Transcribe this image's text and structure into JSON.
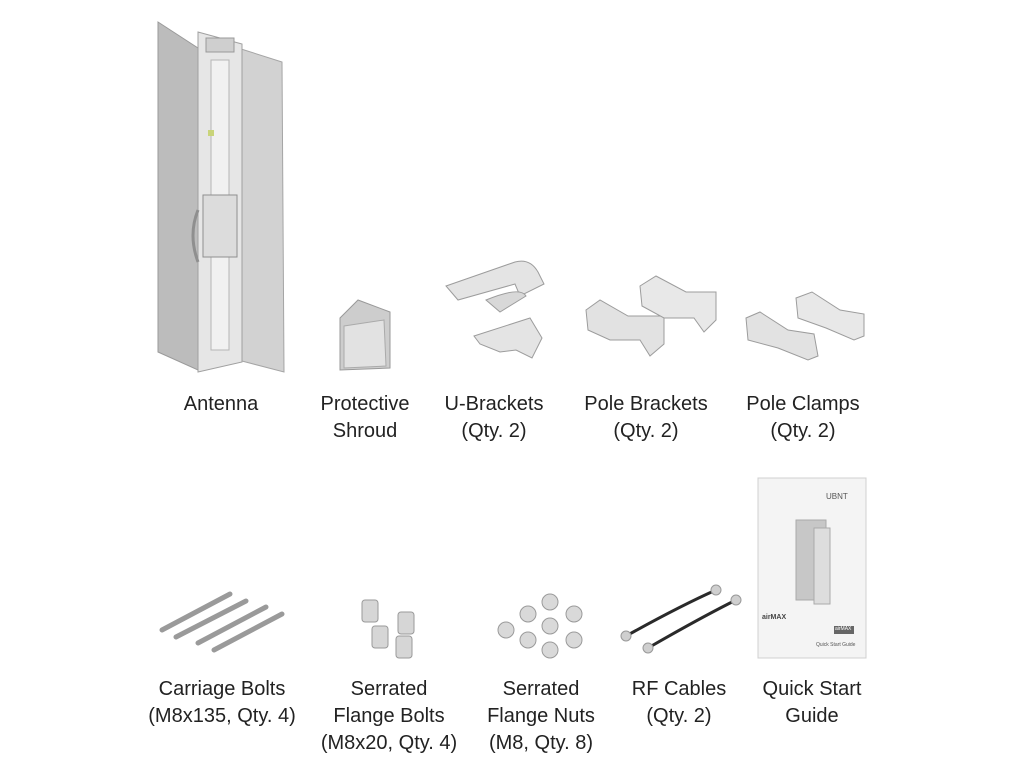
{
  "items": [
    {
      "id": "antenna",
      "lines": [
        "Antenna"
      ]
    },
    {
      "id": "shroud",
      "lines": [
        "Protective",
        "Shroud"
      ]
    },
    {
      "id": "u-brackets",
      "lines": [
        "U-Brackets",
        "(Qty. 2)"
      ]
    },
    {
      "id": "pole-brackets",
      "lines": [
        "Pole Brackets",
        "(Qty. 2)"
      ]
    },
    {
      "id": "pole-clamps",
      "lines": [
        "Pole Clamps",
        "(Qty. 2)"
      ]
    },
    {
      "id": "carriage-bolts",
      "lines": [
        "Carriage Bolts",
        "(M8x135, Qty. 4)"
      ]
    },
    {
      "id": "flange-bolts",
      "lines": [
        "Serrated",
        "Flange Bolts",
        "(M8x20, Qty. 4)"
      ]
    },
    {
      "id": "flange-nuts",
      "lines": [
        "Serrated",
        "Flange Nuts",
        "(M8, Qty. 8)"
      ]
    },
    {
      "id": "rf-cables",
      "lines": [
        "RF Cables",
        "(Qty. 2)"
      ]
    },
    {
      "id": "quick-start-guide",
      "lines": [
        "Quick Start",
        "Guide"
      ]
    }
  ],
  "guide": {
    "brand": "UBNT",
    "title": "airMAX",
    "badge": "airMAX",
    "footer": "Quick Start Guide"
  },
  "colors": {
    "metal_light": "#e4e4e4",
    "metal_mid": "#bdbdbd",
    "metal_dark": "#8e8e8e",
    "cable": "#2a2a2a"
  }
}
